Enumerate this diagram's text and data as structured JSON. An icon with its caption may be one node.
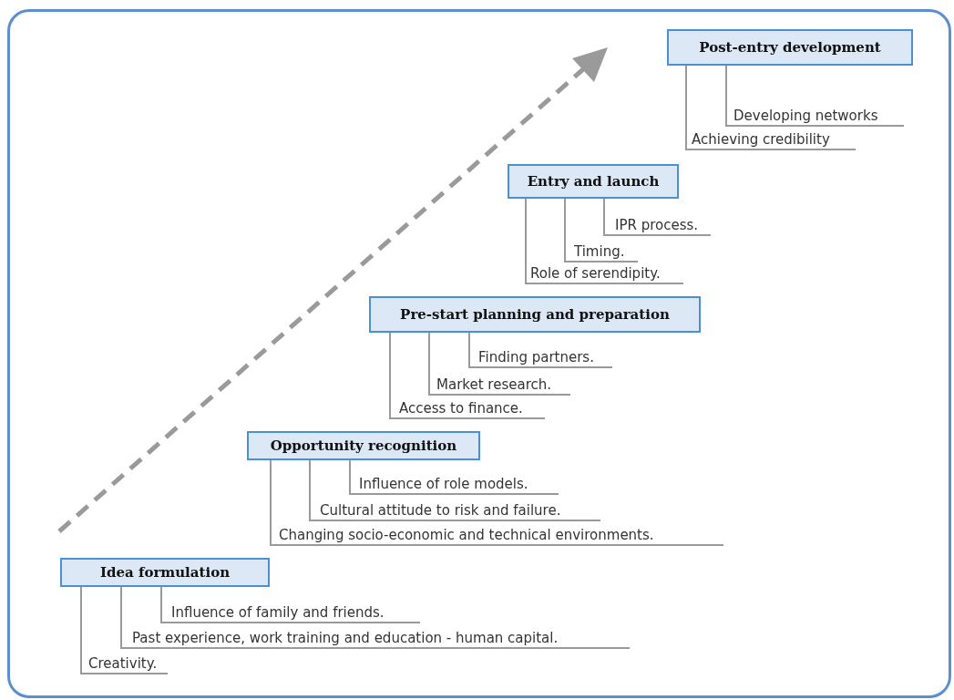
{
  "diagram": {
    "nodes": [
      {
        "text": [
          "Post-entry development"
        ]
      },
      {
        "text": [
          "Developing networks"
        ]
      },
      {
        "text": [
          "Achieving credibility"
        ]
      },
      {
        "text": [
          "Entry and launch"
        ]
      },
      {
        "text": [
          "IPR process."
        ]
      },
      {
        "text": [
          "Timing."
        ]
      },
      {
        "text": [
          "Role of serendipity."
        ]
      },
      {
        "text": [
          "Pre-start planning and preparation"
        ]
      },
      {
        "text": [
          "Finding partners."
        ]
      },
      {
        "text": [
          "Market research."
        ]
      },
      {
        "text": [
          "Access to finance."
        ]
      },
      {
        "text": [
          "Opportunity recognition"
        ]
      },
      {
        "text": [
          "Influence of role models."
        ]
      },
      {
        "text": [
          "Cultural attitude to risk and failure."
        ]
      },
      {
        "text": [
          "Changing socio-economic and technical environments."
        ]
      },
      {
        "text": [
          "Idea formulation"
        ]
      },
      {
        "text": [
          "Influence of family and friends."
        ]
      },
      {
        "text": [
          "Past experience, work training and education - human capital."
        ]
      },
      {
        "text": [
          "Creativity."
        ]
      }
    ],
    "edges": [
      {
        "from": 0,
        "to": 1,
        "arrow": "none"
      },
      {
        "from": 0,
        "to": 2,
        "arrow": "none"
      },
      {
        "from": 3,
        "to": 4,
        "arrow": "none"
      },
      {
        "from": 3,
        "to": 5,
        "arrow": "none"
      },
      {
        "from": 3,
        "to": 6,
        "arrow": "none"
      },
      {
        "from": 7,
        "to": 8,
        "arrow": "none"
      },
      {
        "from": 7,
        "to": 9,
        "arrow": "none"
      },
      {
        "from": 7,
        "to": 10,
        "arrow": "none"
      },
      {
        "from": 11,
        "to": 12,
        "arrow": "none"
      },
      {
        "from": 11,
        "to": 13,
        "arrow": "none"
      },
      {
        "from": 11,
        "to": 14,
        "arrow": "none"
      },
      {
        "from": 15,
        "to": 16,
        "arrow": "none"
      },
      {
        "from": 15,
        "to": 17,
        "arrow": "none"
      },
      {
        "from": 15,
        "to": 18,
        "arrow": "none"
      }
    ]
  }
}
